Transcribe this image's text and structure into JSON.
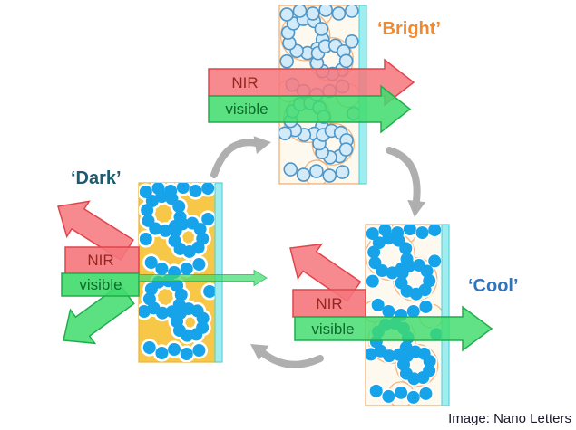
{
  "diagram": {
    "credit": "Image: Nano Letters",
    "states": {
      "bright": {
        "label": "‘Bright’",
        "nir_label": "NIR",
        "visible_label": "visible",
        "particles": "hollow-transparent",
        "nir_ray": "transmitted",
        "visible_ray": "transmitted"
      },
      "dark": {
        "label": "‘Dark’",
        "nir_label": "NIR",
        "visible_label": "visible",
        "particles": "solid-in-gold-matrix",
        "nir_ray": "reflected",
        "visible_ray": "mostly-reflected-small-transmission"
      },
      "cool": {
        "label": "‘Cool’",
        "nir_label": "NIR",
        "visible_label": "visible",
        "particles": "solid",
        "nir_ray": "reflected",
        "visible_ray": "transmitted"
      }
    },
    "cycle": [
      "dark-to-bright",
      "bright-to-cool",
      "cool-to-dark"
    ],
    "colors": {
      "nir_fill": "#F4767B",
      "nir_stroke": "#E0454B",
      "nir_text": "#97261F",
      "visible_fill": "#3FDC6C",
      "visible_stroke": "#1FAE4D",
      "visible_text": "#0F6B2D",
      "bright_label": "#F08A2D",
      "dark_label": "#1E5B70",
      "cool_label": "#2F74BE",
      "particle_solid": "#17A3E9",
      "particle_hollow_fill": "#D3EAF8",
      "particle_hollow_stroke": "#4E96C8",
      "matrix_gold": "#F7C848",
      "matrix_border": "#EDB23B",
      "panel_cream": "#FDF9EF",
      "panel_border": "#F0AC6C",
      "polymer_line": "#F3AE74",
      "glass_strip": "#9FEDEF",
      "glass_strip_edge": "#4FD0D8",
      "cycle_arrow": "#AFAFAF",
      "credit_text": "#191929"
    }
  }
}
